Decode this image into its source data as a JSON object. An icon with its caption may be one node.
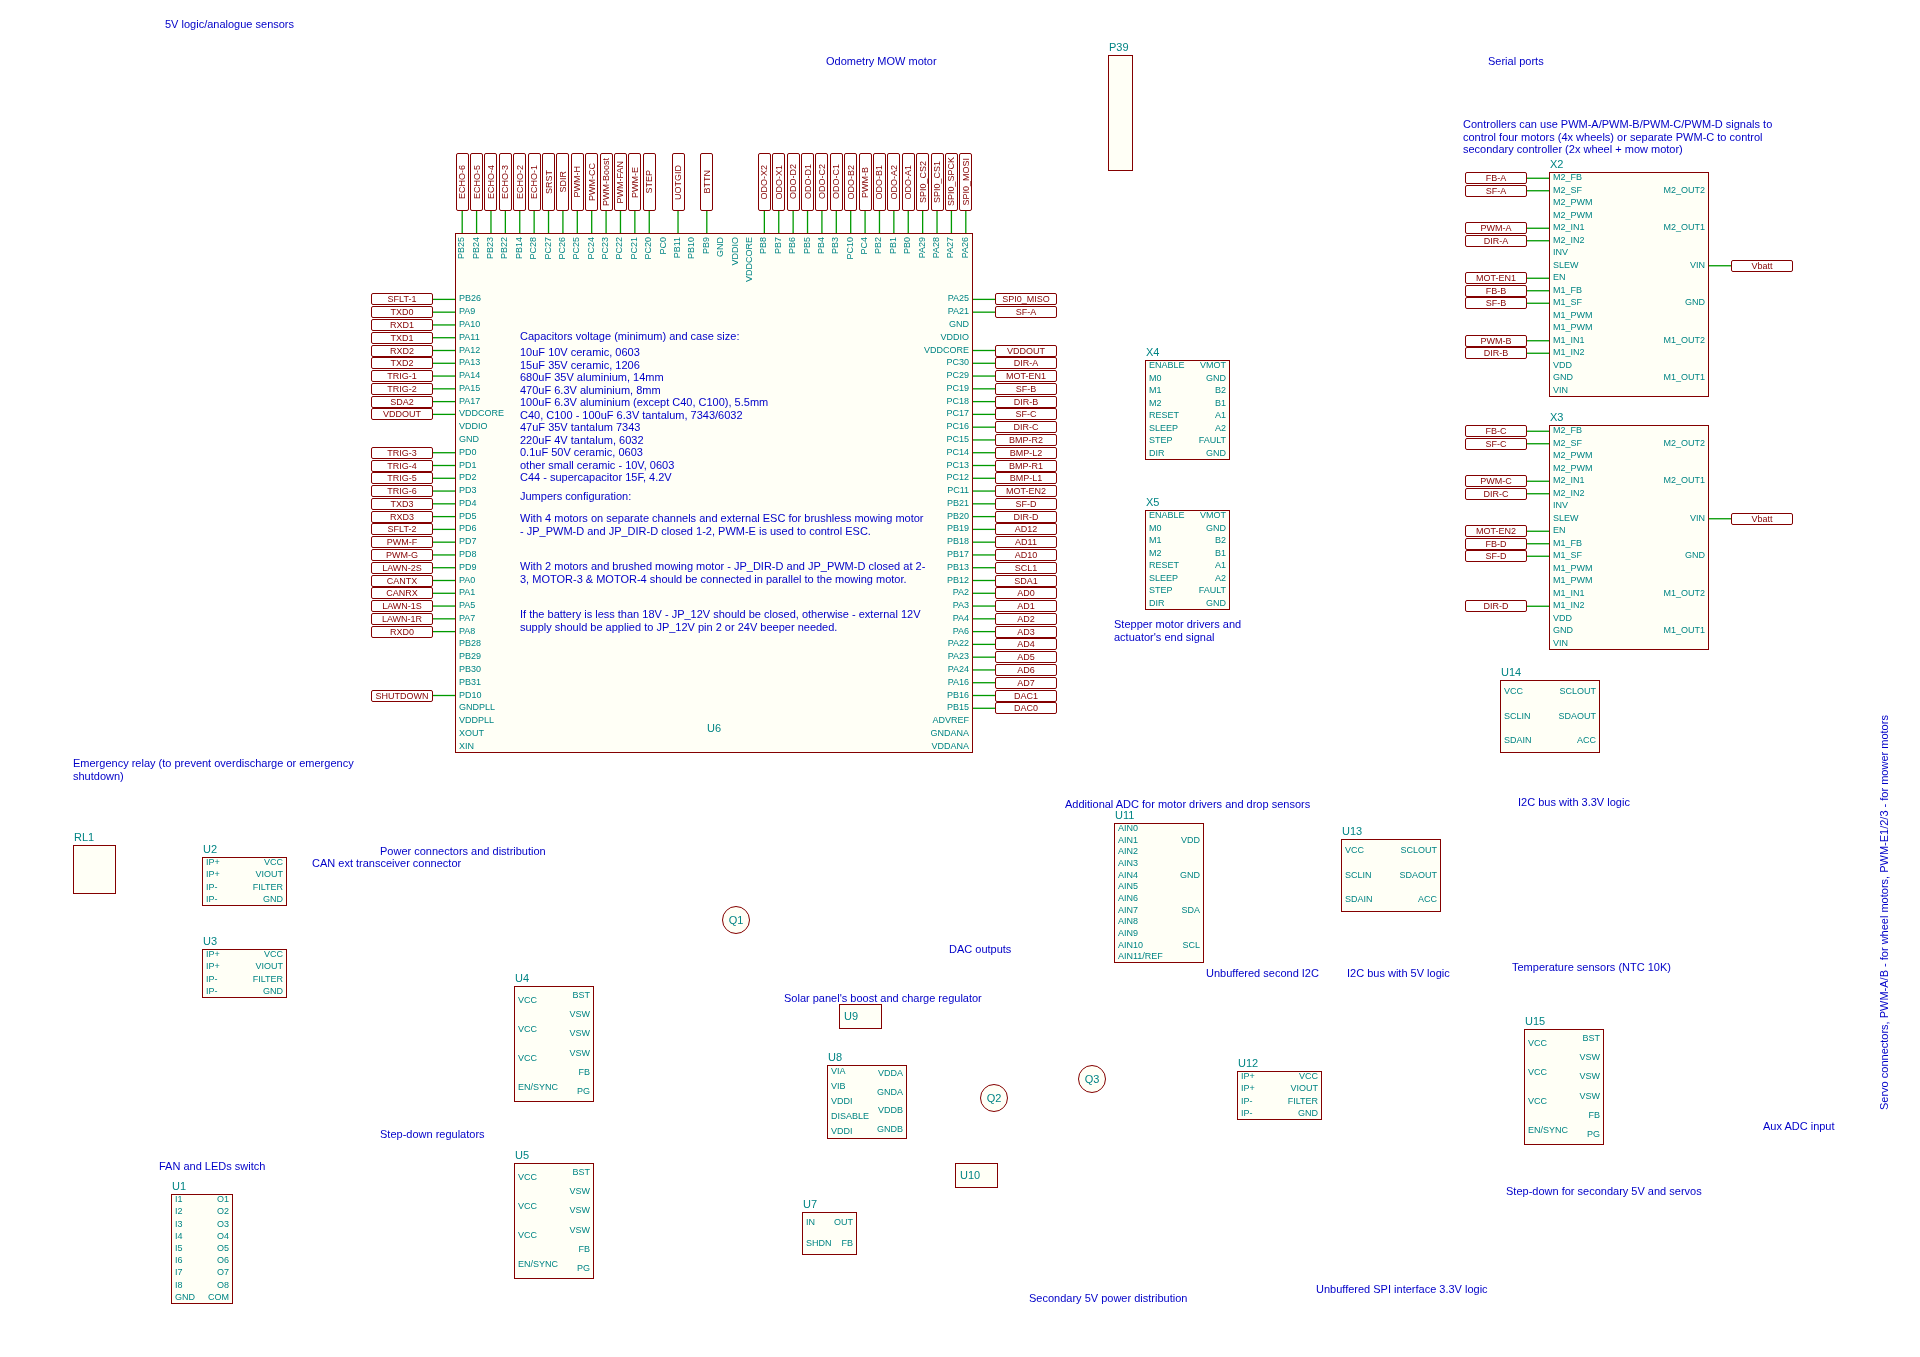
{
  "diagram": {
    "nodes": [
      {
        "text": [
          "U6",
          "PB26",
          "PA9",
          "PA10",
          "PA11",
          "PA12",
          "PA13",
          "PA14",
          "PA15",
          "PA17",
          "VDDCORE",
          "VDDIO",
          "GND",
          "PD0",
          "PD1",
          "PD2",
          "PD3",
          "PD4",
          "PD5",
          "PD6",
          "PD7",
          "PD8",
          "PD9",
          "PA0",
          "PA1",
          "PA5",
          "PA7",
          "PA8",
          "PB28",
          "PB29",
          "PB30",
          "PB31",
          "PD10",
          "GNDPLL",
          "VDDPLL",
          "XOUT",
          "XIN",
          "PA25",
          "PA21",
          "GND",
          "VDDIO",
          "VDDCORE",
          "PC30",
          "PC29",
          "PC19",
          "PC18",
          "PC17",
          "PC16",
          "PC15",
          "PC14",
          "PC13",
          "PC12",
          "PC11",
          "PB21",
          "PB20",
          "PB19",
          "PB18",
          "PB17",
          "PB13",
          "PB12",
          "PA2",
          "PA3",
          "PA4",
          "PA6",
          "PA22",
          "PA23",
          "PA24",
          "PA16",
          "PB16",
          "PB15",
          "ADVREF",
          "GNDANA",
          "VDDANA",
          "PB25",
          "PB24",
          "PB23",
          "PB22",
          "PB14",
          "PC28",
          "PC27",
          "PC26",
          "PC25",
          "PC24",
          "PC23",
          "PC22",
          "PC21",
          "PC20",
          "PC0",
          "PB11",
          "PB10",
          "PB9",
          "GND",
          "VDDIO",
          "VDDCORE",
          "PB8",
          "PB7",
          "PB6",
          "PB5",
          "PB4",
          "PB3",
          "PC10",
          "PC4",
          "PB2",
          "PB1",
          "PB0",
          "PA29",
          "PA28",
          "PA27",
          "PA26"
        ]
      },
      {
        "text": [
          "SFLT-1"
        ]
      },
      {
        "text": [
          "TXD0"
        ]
      },
      {
        "text": [
          "RXD1"
        ]
      },
      {
        "text": [
          "TXD1"
        ]
      },
      {
        "text": [
          "RXD2"
        ]
      },
      {
        "text": [
          "TXD2"
        ]
      },
      {
        "text": [
          "TRIG-1"
        ]
      },
      {
        "text": [
          "TRIG-2"
        ]
      },
      {
        "text": [
          "SDA2"
        ]
      },
      {
        "text": [
          "VDDOUT"
        ]
      },
      {
        "text": [
          "TRIG-3"
        ]
      },
      {
        "text": [
          "TRIG-4"
        ]
      },
      {
        "text": [
          "TRIG-5"
        ]
      },
      {
        "text": [
          "TRIG-6"
        ]
      },
      {
        "text": [
          "TXD3"
        ]
      },
      {
        "text": [
          "RXD3"
        ]
      },
      {
        "text": [
          "SFLT-2"
        ]
      },
      {
        "text": [
          "PWM-F"
        ]
      },
      {
        "text": [
          "PWM-G"
        ]
      },
      {
        "text": [
          "LAWN-2S"
        ]
      },
      {
        "text": [
          "CANTX"
        ]
      },
      {
        "text": [
          "CANRX"
        ]
      },
      {
        "text": [
          "LAWN-1S"
        ]
      },
      {
        "text": [
          "LAWN-1R"
        ]
      },
      {
        "text": [
          "RXD0"
        ]
      },
      {
        "text": [
          "SHUTDOWN"
        ]
      },
      {
        "text": [
          "SPI0_MISO"
        ]
      },
      {
        "text": [
          "SF-A"
        ]
      },
      {
        "text": [
          "VDDOUT"
        ]
      },
      {
        "text": [
          "DIR-A"
        ]
      },
      {
        "text": [
          "MOT-EN1"
        ]
      },
      {
        "text": [
          "SF-B"
        ]
      },
      {
        "text": [
          "DIR-B"
        ]
      },
      {
        "text": [
          "SF-C"
        ]
      },
      {
        "text": [
          "DIR-C"
        ]
      },
      {
        "text": [
          "BMP-R2"
        ]
      },
      {
        "text": [
          "BMP-L2"
        ]
      },
      {
        "text": [
          "BMP-R1"
        ]
      },
      {
        "text": [
          "BMP-L1"
        ]
      },
      {
        "text": [
          "MOT-EN2"
        ]
      },
      {
        "text": [
          "SF-D"
        ]
      },
      {
        "text": [
          "DIR-D"
        ]
      },
      {
        "text": [
          "AD12"
        ]
      },
      {
        "text": [
          "AD11"
        ]
      },
      {
        "text": [
          "AD10"
        ]
      },
      {
        "text": [
          "SCL1"
        ]
      },
      {
        "text": [
          "SDA1"
        ]
      },
      {
        "text": [
          "AD0"
        ]
      },
      {
        "text": [
          "AD1"
        ]
      },
      {
        "text": [
          "AD2"
        ]
      },
      {
        "text": [
          "AD3"
        ]
      },
      {
        "text": [
          "AD4"
        ]
      },
      {
        "text": [
          "AD5"
        ]
      },
      {
        "text": [
          "AD6"
        ]
      },
      {
        "text": [
          "AD7"
        ]
      },
      {
        "text": [
          "DAC1"
        ]
      },
      {
        "text": [
          "DAC0"
        ]
      },
      {
        "text": [
          "ECHO-6"
        ]
      },
      {
        "text": [
          "ECHO-5"
        ]
      },
      {
        "text": [
          "ECHO-4"
        ]
      },
      {
        "text": [
          "ECHO-3"
        ]
      },
      {
        "text": [
          "ECHO-2"
        ]
      },
      {
        "text": [
          "ECHO-1"
        ]
      },
      {
        "text": [
          "SRST"
        ]
      },
      {
        "text": [
          "SDIR"
        ]
      },
      {
        "text": [
          "PWM-H"
        ]
      },
      {
        "text": [
          "PWM-CC"
        ]
      },
      {
        "text": [
          "PWM-Boost"
        ]
      },
      {
        "text": [
          "PWM-FAN"
        ]
      },
      {
        "text": [
          "PWM-E"
        ]
      },
      {
        "text": [
          "STEP"
        ]
      },
      {
        "text": [
          "UOTGID"
        ]
      },
      {
        "text": [
          "BTTN"
        ]
      },
      {
        "text": [
          "ODO-X2"
        ]
      },
      {
        "text": [
          "ODO-X1"
        ]
      },
      {
        "text": [
          "ODO-D2"
        ]
      },
      {
        "text": [
          "ODO-D1"
        ]
      },
      {
        "text": [
          "ODO-C2"
        ]
      },
      {
        "text": [
          "ODO-C1"
        ]
      },
      {
        "text": [
          "ODO-B2"
        ]
      },
      {
        "text": [
          "PWM-B"
        ]
      },
      {
        "text": [
          "ODO-B1"
        ]
      },
      {
        "text": [
          "ODO-A2"
        ]
      },
      {
        "text": [
          "ODO-A1"
        ]
      },
      {
        "text": [
          "SPI0_CS2"
        ]
      },
      {
        "text": [
          "SPI0_CS1"
        ]
      },
      {
        "text": [
          "SPI0_SPCK"
        ]
      },
      {
        "text": [
          "SPI0_MOSI"
        ]
      },
      {
        "text": [
          "X2",
          "M2_FB",
          "M2_SF",
          "M2_PWM",
          "M2_PWM",
          "M2_IN1",
          "M2_IN2",
          "INV",
          "SLEW",
          "EN",
          "M1_FB",
          "M1_SF",
          "M1_PWM",
          "M1_PWM",
          "M1_IN1",
          "M1_IN2",
          "VDD",
          "GND",
          "VIN",
          "M2_OUT2",
          "M2_OUT1",
          "VIN",
          "GND",
          "M1_OUT2",
          "M1_OUT1"
        ]
      },
      {
        "text": [
          "FB-A"
        ]
      },
      {
        "text": [
          "SF-A"
        ]
      },
      {
        "text": [
          "PWM-A"
        ]
      },
      {
        "text": [
          "DIR-A"
        ]
      },
      {
        "text": [
          "MOT-EN1"
        ]
      },
      {
        "text": [
          "FB-B"
        ]
      },
      {
        "text": [
          "SF-B"
        ]
      },
      {
        "text": [
          "PWM-B"
        ]
      },
      {
        "text": [
          "DIR-B"
        ]
      },
      {
        "text": [
          "Vbatt"
        ]
      },
      {
        "text": [
          "X3",
          "M2_FB",
          "M2_SF",
          "M2_PWM",
          "M2_PWM",
          "M2_IN1",
          "M2_IN2",
          "INV",
          "SLEW",
          "EN",
          "M1_FB",
          "M1_SF",
          "M1_PWM",
          "M1_PWM",
          "M1_IN1",
          "M1_IN2",
          "VDD",
          "GND",
          "VIN",
          "M2_OUT2",
          "M2_OUT1",
          "VIN",
          "GND",
          "M1_OUT2",
          "M1_OUT1"
        ]
      },
      {
        "text": [
          "FB-C"
        ]
      },
      {
        "text": [
          "SF-C"
        ]
      },
      {
        "text": [
          "PWM-C"
        ]
      },
      {
        "text": [
          "DIR-C"
        ]
      },
      {
        "text": [
          "MOT-EN2"
        ]
      },
      {
        "text": [
          "FB-D"
        ]
      },
      {
        "text": [
          "SF-D"
        ]
      },
      {
        "text": [
          "DIR-D"
        ]
      },
      {
        "text": [
          "Vbatt"
        ]
      },
      {
        "text": [
          "U14",
          "VCC",
          "SCLIN",
          "SDAIN",
          "SCLOUT",
          "SDAOUT",
          "ACC"
        ]
      },
      {
        "text": [
          "U13",
          "VCC",
          "SCLIN",
          "SDAIN",
          "SCLOUT",
          "SDAOUT",
          "ACC"
        ]
      },
      {
        "text": [
          "U11",
          "AIN0",
          "AIN1",
          "AIN2",
          "AIN3",
          "AIN4",
          "AIN5",
          "AIN6",
          "AIN7",
          "AIN8",
          "AIN9",
          "AIN10",
          "AIN11/REF",
          "VDD",
          "GND",
          "SDA",
          "SCL"
        ]
      },
      {
        "text": [
          "U15",
          "VCC",
          "VCC",
          "VCC",
          "EN/SYNC",
          "BST",
          "VSW",
          "VSW",
          "VSW",
          "FB",
          "PG"
        ]
      },
      {
        "text": [
          "U4",
          "VCC",
          "VCC",
          "VCC",
          "EN/SYNC",
          "BST",
          "VSW",
          "VSW",
          "VSW",
          "FB",
          "PG"
        ]
      },
      {
        "text": [
          "U5",
          "VCC",
          "VCC",
          "VCC",
          "EN/SYNC",
          "BST",
          "VSW",
          "VSW",
          "VSW",
          "FB",
          "PG"
        ]
      },
      {
        "text": [
          "U2",
          "IP+",
          "IP+",
          "IP-",
          "IP-",
          "VCC",
          "VIOUT",
          "FILTER",
          "GND"
        ]
      },
      {
        "text": [
          "U3",
          "IP+",
          "IP+",
          "IP-",
          "IP-",
          "VCC",
          "VIOUT",
          "FILTER",
          "GND"
        ]
      },
      {
        "text": [
          "U12",
          "IP+",
          "IP+",
          "IP-",
          "IP-",
          "VCC",
          "VIOUT",
          "FILTER",
          "GND"
        ]
      },
      {
        "text": [
          "U1",
          "I1",
          "I2",
          "I3",
          "I4",
          "I5",
          "I6",
          "I7",
          "I8",
          "GND",
          "O1",
          "O2",
          "O3",
          "O4",
          "O5",
          "O6",
          "O7",
          "O8",
          "COM"
        ]
      },
      {
        "text": [
          "U7",
          "IN",
          "SHDN",
          "OUT",
          "FB"
        ]
      },
      {
        "text": [
          "U8",
          "VIA",
          "VIB",
          "VDDI",
          "DISABLE",
          "VDDI",
          "VDDA",
          "GNDA",
          "VDDB",
          "GNDB"
        ]
      },
      {
        "text": [
          "X4",
          "ENABLE",
          "M0",
          "M1",
          "M2",
          "RESET",
          "SLEEP",
          "STEP",
          "DIR",
          "VMOT",
          "GND",
          "B2",
          "B1",
          "A1",
          "A2",
          "FAULT",
          "GND"
        ]
      },
      {
        "text": [
          "X5",
          "ENABLE",
          "M0",
          "M1",
          "M2",
          "RESET",
          "SLEEP",
          "STEP",
          "DIR",
          "VMOT",
          "GND",
          "B2",
          "B1",
          "A1",
          "A2",
          "FAULT",
          "GND"
        ]
      },
      {
        "text": [
          "P39"
        ]
      },
      {
        "text": [
          "RL1"
        ]
      },
      {
        "text": [
          "U9"
        ]
      },
      {
        "text": [
          "U10"
        ]
      },
      {
        "text": [
          "Q1"
        ]
      },
      {
        "text": [
          "Q2"
        ]
      },
      {
        "text": [
          "Q3"
        ]
      }
    ],
    "edges": [
      {
        "from": 1,
        "to": 0,
        "arrow": "none"
      },
      {
        "from": 2,
        "to": 0,
        "arrow": "none"
      },
      {
        "from": 3,
        "to": 0,
        "arrow": "none"
      },
      {
        "from": 4,
        "to": 0,
        "arrow": "none"
      },
      {
        "from": 5,
        "to": 0,
        "arrow": "none"
      },
      {
        "from": 6,
        "to": 0,
        "arrow": "none"
      },
      {
        "from": 7,
        "to": 0,
        "arrow": "none"
      },
      {
        "from": 8,
        "to": 0,
        "arrow": "none"
      },
      {
        "from": 9,
        "to": 0,
        "arrow": "none"
      },
      {
        "from": 10,
        "to": 0,
        "arrow": "none"
      },
      {
        "from": 11,
        "to": 0,
        "arrow": "none"
      },
      {
        "from": 12,
        "to": 0,
        "arrow": "none"
      },
      {
        "from": 13,
        "to": 0,
        "arrow": "none"
      },
      {
        "from": 14,
        "to": 0,
        "arrow": "none"
      },
      {
        "from": 15,
        "to": 0,
        "arrow": "none"
      },
      {
        "from": 16,
        "to": 0,
        "arrow": "none"
      },
      {
        "from": 17,
        "to": 0,
        "arrow": "none"
      },
      {
        "from": 18,
        "to": 0,
        "arrow": "none"
      },
      {
        "from": 19,
        "to": 0,
        "arrow": "none"
      },
      {
        "from": 20,
        "to": 0,
        "arrow": "none"
      },
      {
        "from": 21,
        "to": 0,
        "arrow": "none"
      },
      {
        "from": 22,
        "to": 0,
        "arrow": "none"
      },
      {
        "from": 23,
        "to": 0,
        "arrow": "none"
      },
      {
        "from": 24,
        "to": 0,
        "arrow": "none"
      },
      {
        "from": 25,
        "to": 0,
        "arrow": "none"
      },
      {
        "from": 26,
        "to": 0,
        "arrow": "none"
      },
      {
        "from": 27,
        "to": 0,
        "arrow": "none"
      },
      {
        "from": 28,
        "to": 0,
        "arrow": "none"
      },
      {
        "from": 29,
        "to": 0,
        "arrow": "none"
      },
      {
        "from": 30,
        "to": 0,
        "arrow": "none"
      },
      {
        "from": 31,
        "to": 0,
        "arrow": "none"
      },
      {
        "from": 32,
        "to": 0,
        "arrow": "none"
      },
      {
        "from": 33,
        "to": 0,
        "arrow": "none"
      },
      {
        "from": 34,
        "to": 0,
        "arrow": "none"
      },
      {
        "from": 35,
        "to": 0,
        "arrow": "none"
      },
      {
        "from": 36,
        "to": 0,
        "arrow": "none"
      },
      {
        "from": 37,
        "to": 0,
        "arrow": "none"
      },
      {
        "from": 38,
        "to": 0,
        "arrow": "none"
      },
      {
        "from": 39,
        "to": 0,
        "arrow": "none"
      },
      {
        "from": 40,
        "to": 0,
        "arrow": "none"
      },
      {
        "from": 41,
        "to": 0,
        "arrow": "none"
      },
      {
        "from": 42,
        "to": 0,
        "arrow": "none"
      },
      {
        "from": 43,
        "to": 0,
        "arrow": "none"
      },
      {
        "from": 44,
        "to": 0,
        "arrow": "none"
      },
      {
        "from": 45,
        "to": 0,
        "arrow": "none"
      },
      {
        "from": 46,
        "to": 0,
        "arrow": "none"
      },
      {
        "from": 47,
        "to": 0,
        "arrow": "none"
      },
      {
        "from": 48,
        "to": 0,
        "arrow": "none"
      },
      {
        "from": 49,
        "to": 0,
        "arrow": "none"
      },
      {
        "from": 50,
        "to": 0,
        "arrow": "none"
      },
      {
        "from": 51,
        "to": 0,
        "arrow": "none"
      },
      {
        "from": 52,
        "to": 0,
        "arrow": "none"
      },
      {
        "from": 53,
        "to": 0,
        "arrow": "none"
      },
      {
        "from": 54,
        "to": 0,
        "arrow": "none"
      },
      {
        "from": 55,
        "to": 0,
        "arrow": "none"
      },
      {
        "from": 56,
        "to": 0,
        "arrow": "none"
      },
      {
        "from": 57,
        "to": 0,
        "arrow": "none"
      },
      {
        "from": 58,
        "to": 0,
        "arrow": "none"
      },
      {
        "from": 59,
        "to": 0,
        "arrow": "none"
      },
      {
        "from": 60,
        "to": 0,
        "arrow": "none"
      },
      {
        "from": 61,
        "to": 0,
        "arrow": "none"
      },
      {
        "from": 62,
        "to": 0,
        "arrow": "none"
      },
      {
        "from": 63,
        "to": 0,
        "arrow": "none"
      },
      {
        "from": 64,
        "to": 0,
        "arrow": "none"
      },
      {
        "from": 65,
        "to": 0,
        "arrow": "none"
      },
      {
        "from": 66,
        "to": 0,
        "arrow": "none"
      },
      {
        "from": 67,
        "to": 0,
        "arrow": "none"
      },
      {
        "from": 68,
        "to": 0,
        "arrow": "none"
      },
      {
        "from": 69,
        "to": 0,
        "arrow": "none"
      },
      {
        "from": 70,
        "to": 0,
        "arrow": "none"
      },
      {
        "from": 71,
        "to": 0,
        "arrow": "none"
      },
      {
        "from": 72,
        "to": 0,
        "arrow": "none"
      },
      {
        "from": 73,
        "to": 0,
        "arrow": "none"
      },
      {
        "from": 74,
        "to": 0,
        "arrow": "none"
      },
      {
        "from": 75,
        "to": 0,
        "arrow": "none"
      },
      {
        "from": 76,
        "to": 0,
        "arrow": "none"
      },
      {
        "from": 77,
        "to": 0,
        "arrow": "none"
      },
      {
        "from": 78,
        "to": 0,
        "arrow": "none"
      },
      {
        "from": 79,
        "to": 0,
        "arrow": "none"
      },
      {
        "from": 80,
        "to": 0,
        "arrow": "none"
      },
      {
        "from": 81,
        "to": 0,
        "arrow": "none"
      },
      {
        "from": 82,
        "to": 0,
        "arrow": "none"
      },
      {
        "from": 83,
        "to": 0,
        "arrow": "none"
      },
      {
        "from": 84,
        "to": 0,
        "arrow": "none"
      },
      {
        "from": 85,
        "to": 0,
        "arrow": "none"
      },
      {
        "from": 86,
        "to": 0,
        "arrow": "none"
      },
      {
        "from": 87,
        "to": 0,
        "arrow": "none"
      },
      {
        "from": 88,
        "to": 0,
        "arrow": "none"
      },
      {
        "from": 90,
        "to": 89,
        "arrow": "none"
      },
      {
        "from": 91,
        "to": 89,
        "arrow": "none"
      },
      {
        "from": 92,
        "to": 89,
        "arrow": "none"
      },
      {
        "from": 93,
        "to": 89,
        "arrow": "none"
      },
      {
        "from": 94,
        "to": 89,
        "arrow": "none"
      },
      {
        "from": 95,
        "to": 89,
        "arrow": "none"
      },
      {
        "from": 96,
        "to": 89,
        "arrow": "none"
      },
      {
        "from": 97,
        "to": 89,
        "arrow": "none"
      },
      {
        "from": 98,
        "to": 89,
        "arrow": "none"
      },
      {
        "from": 99,
        "to": 89,
        "arrow": "none"
      },
      {
        "from": 101,
        "to": 100,
        "arrow": "none"
      },
      {
        "from": 102,
        "to": 100,
        "arrow": "none"
      },
      {
        "from": 103,
        "to": 100,
        "arrow": "none"
      },
      {
        "from": 104,
        "to": 100,
        "arrow": "none"
      },
      {
        "from": 105,
        "to": 100,
        "arrow": "none"
      },
      {
        "from": 106,
        "to": 100,
        "arrow": "none"
      },
      {
        "from": 107,
        "to": 100,
        "arrow": "none"
      },
      {
        "from": 108,
        "to": 100,
        "arrow": "none"
      },
      {
        "from": 109,
        "to": 100,
        "arrow": "none"
      }
    ],
    "labels": [
      "5V logic/analogue sensors",
      "Odometry MOW motor",
      "Serial ports",
      "Controllers can use PWM-A/PWM-B/PWM-C/PWM-D signals to control four motors (4x wheels) or separate PWM-C to control secondary controller (2x wheel + mow motor)",
      "Capacitors voltage (minimum) and case size:",
      "10uF 10V ceramic, 0603",
      "15uF 35V ceramic, 1206",
      "680uF 35V aluminium, 14mm",
      "470uF 6.3V aluminium, 8mm",
      "100uF 6.3V aluminium (except C40, C100), 5.5mm",
      "C40, C100 - 100uF 6.3V tantalum, 7343/6032",
      "47uF 35V tantalum 7343",
      "220uF 4V tantalum, 6032",
      "0.1uF 50V ceramic, 0603",
      "other small ceramic - 10V, 0603",
      "C44 - supercapacitor 15F, 4.2V",
      "Jumpers configuration:",
      "With 4 motors on separate channels and external ESC for brushless mowing motor - JP_PWM-D and JP_DIR-D closed 1-2, PWM-E is used to control ESC.",
      "With 2 motors and brushed mowing motor - JP_DIR-D and JP_PWM-D closed at 2-3, MOTOR-3 & MOTOR-4 should be connected in parallel to the mowing motor.",
      "If the battery is less than 18V - JP_12V should be closed, otherwise - external 12V supply should be applied to JP_12V pin 2 or 24V beeper needed.",
      "Stepper motor drivers and actuator's end signal",
      "Emergency relay (to prevent overdischarge or emergency shutdown)",
      "CAN ext transceiver connector",
      "Power connectors and distribution",
      "Additional ADC for motor drivers and drop sensors",
      "DAC outputs",
      "Unbuffered second I2C",
      "I2C bus with 5V logic",
      "I2C bus with 3.3V logic",
      "Temperature sensors (NTC 10K)",
      "Solar panel's boost and charge regulator",
      "Step-down regulators",
      "FAN and LEDs switch",
      "Secondary 5V power distribution",
      "Unbuffered SPI interface 3.3V logic",
      "Step-down for secondary 5V and servos",
      "Aux ADC input",
      "Servo connectors, PWM-A/B - for wheel motors, PWM-E1/2/3 - for mower motors"
    ]
  }
}
